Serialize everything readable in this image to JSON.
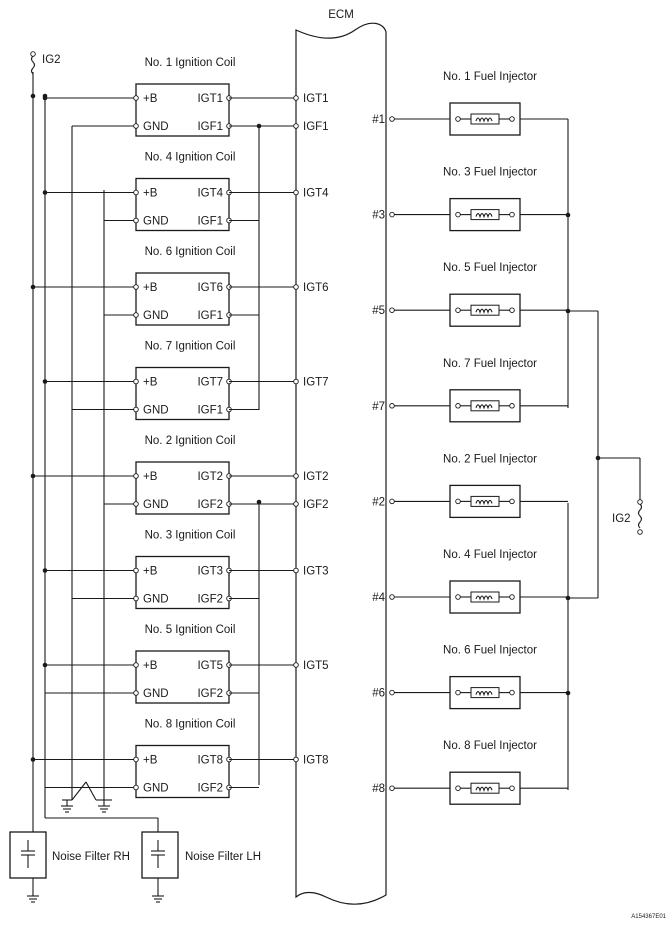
{
  "ecm": {
    "title": "ECM"
  },
  "power": {
    "top_left": "IG2",
    "right": "IG2"
  },
  "coils": [
    {
      "title": "No. 1 Ignition Coil",
      "b": "+B",
      "gnd": "GND",
      "igt": "IGT1",
      "igf": "IGF1",
      "ecm_igt": "IGT1",
      "ecm_igf": "IGF1"
    },
    {
      "title": "No. 4 Ignition Coil",
      "b": "+B",
      "gnd": "GND",
      "igt": "IGT4",
      "igf": "IGF1",
      "ecm_igt": "IGT4",
      "ecm_igf": ""
    },
    {
      "title": "No. 6 Ignition Coil",
      "b": "+B",
      "gnd": "GND",
      "igt": "IGT6",
      "igf": "IGF1",
      "ecm_igt": "IGT6",
      "ecm_igf": ""
    },
    {
      "title": "No. 7 Ignition Coil",
      "b": "+B",
      "gnd": "GND",
      "igt": "IGT7",
      "igf": "IGF1",
      "ecm_igt": "IGT7",
      "ecm_igf": ""
    },
    {
      "title": "No. 2 Ignition Coil",
      "b": "+B",
      "gnd": "GND",
      "igt": "IGT2",
      "igf": "IGF2",
      "ecm_igt": "IGT2",
      "ecm_igf": "IGF2"
    },
    {
      "title": "No. 3 Ignition Coil",
      "b": "+B",
      "gnd": "GND",
      "igt": "IGT3",
      "igf": "IGF2",
      "ecm_igt": "IGT3",
      "ecm_igf": ""
    },
    {
      "title": "No. 5 Ignition Coil",
      "b": "+B",
      "gnd": "GND",
      "igt": "IGT5",
      "igf": "IGF2",
      "ecm_igt": "IGT5",
      "ecm_igf": ""
    },
    {
      "title": "No. 8 Ignition Coil",
      "b": "+B",
      "gnd": "GND",
      "igt": "IGT8",
      "igf": "IGF2",
      "ecm_igt": "IGT8",
      "ecm_igf": ""
    }
  ],
  "injectors": [
    {
      "title": "No. 1 Fuel Injector",
      "terminal": "#1"
    },
    {
      "title": "No. 3 Fuel Injector",
      "terminal": "#3"
    },
    {
      "title": "No. 5 Fuel Injector",
      "terminal": "#5"
    },
    {
      "title": "No. 7 Fuel Injector",
      "terminal": "#7"
    },
    {
      "title": "No. 2 Fuel Injector",
      "terminal": "#2"
    },
    {
      "title": "No. 4 Fuel Injector",
      "terminal": "#4"
    },
    {
      "title": "No. 6 Fuel Injector",
      "terminal": "#6"
    },
    {
      "title": "No. 8 Fuel Injector",
      "terminal": "#8"
    }
  ],
  "noise_filters": [
    {
      "label": "Noise Filter RH"
    },
    {
      "label": "Noise Filter LH"
    }
  ],
  "figure_id": "A154367E01"
}
